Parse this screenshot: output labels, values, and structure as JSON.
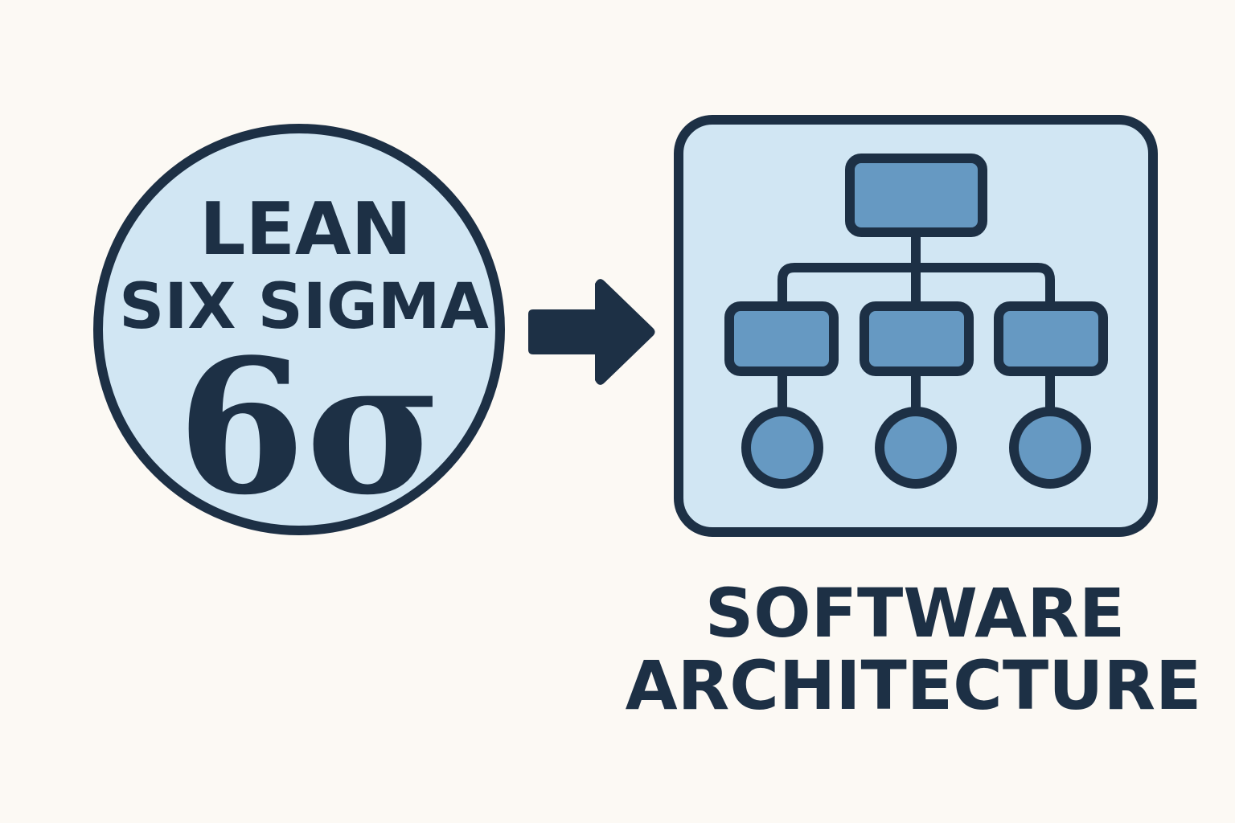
{
  "left": {
    "line1": "LEAN",
    "line2": "SIX SIGMA",
    "symbol": "6σ"
  },
  "right": {
    "line1": "SOFTWARE",
    "line2": "ARCHITECTURE"
  },
  "colors": {
    "background": "#fcf9f4",
    "dark": "#1d3045",
    "light_fill": "#d1e6f3",
    "node_fill": "#6699c2"
  }
}
